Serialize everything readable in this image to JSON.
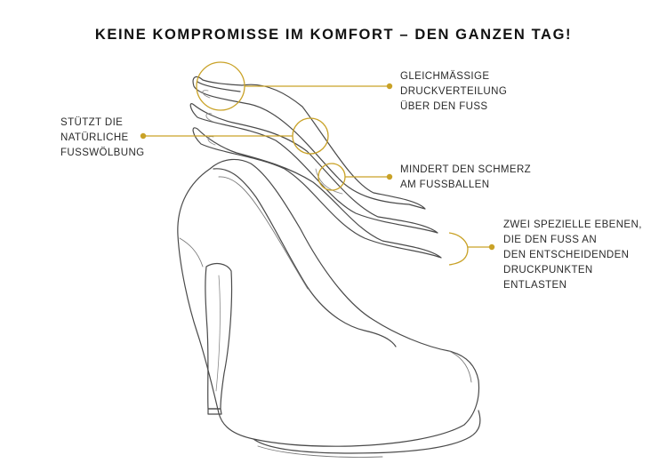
{
  "title": "KEINE KOMPROMISSE IM KOMFORT – DEN GANZEN TAG!",
  "annotations": {
    "pressure": {
      "lines": [
        "GLEICHMÄSSIGE",
        "DRUCKVERTEILUNG",
        "ÜBER DEN FUSS"
      ]
    },
    "arch": {
      "lines": [
        "STÜTZT DIE",
        "NATÜRLICHE",
        "FUSSWÖLBUNG"
      ]
    },
    "ball": {
      "lines": [
        "MINDERT DEN SCHMERZ",
        "AM FUSSBALLEN"
      ]
    },
    "layers": {
      "lines": [
        "ZWEI SPEZIELLE EBENEN,",
        "DIE DEN FUSS AN",
        "DEN ENTSCHEIDENDEN",
        "DRUCKPUNKTEN",
        "ENTLASTEN"
      ]
    }
  },
  "colors": {
    "accent": "#c9a227",
    "sketch": "#4a4a4a",
    "text": "#2a2a2a"
  }
}
